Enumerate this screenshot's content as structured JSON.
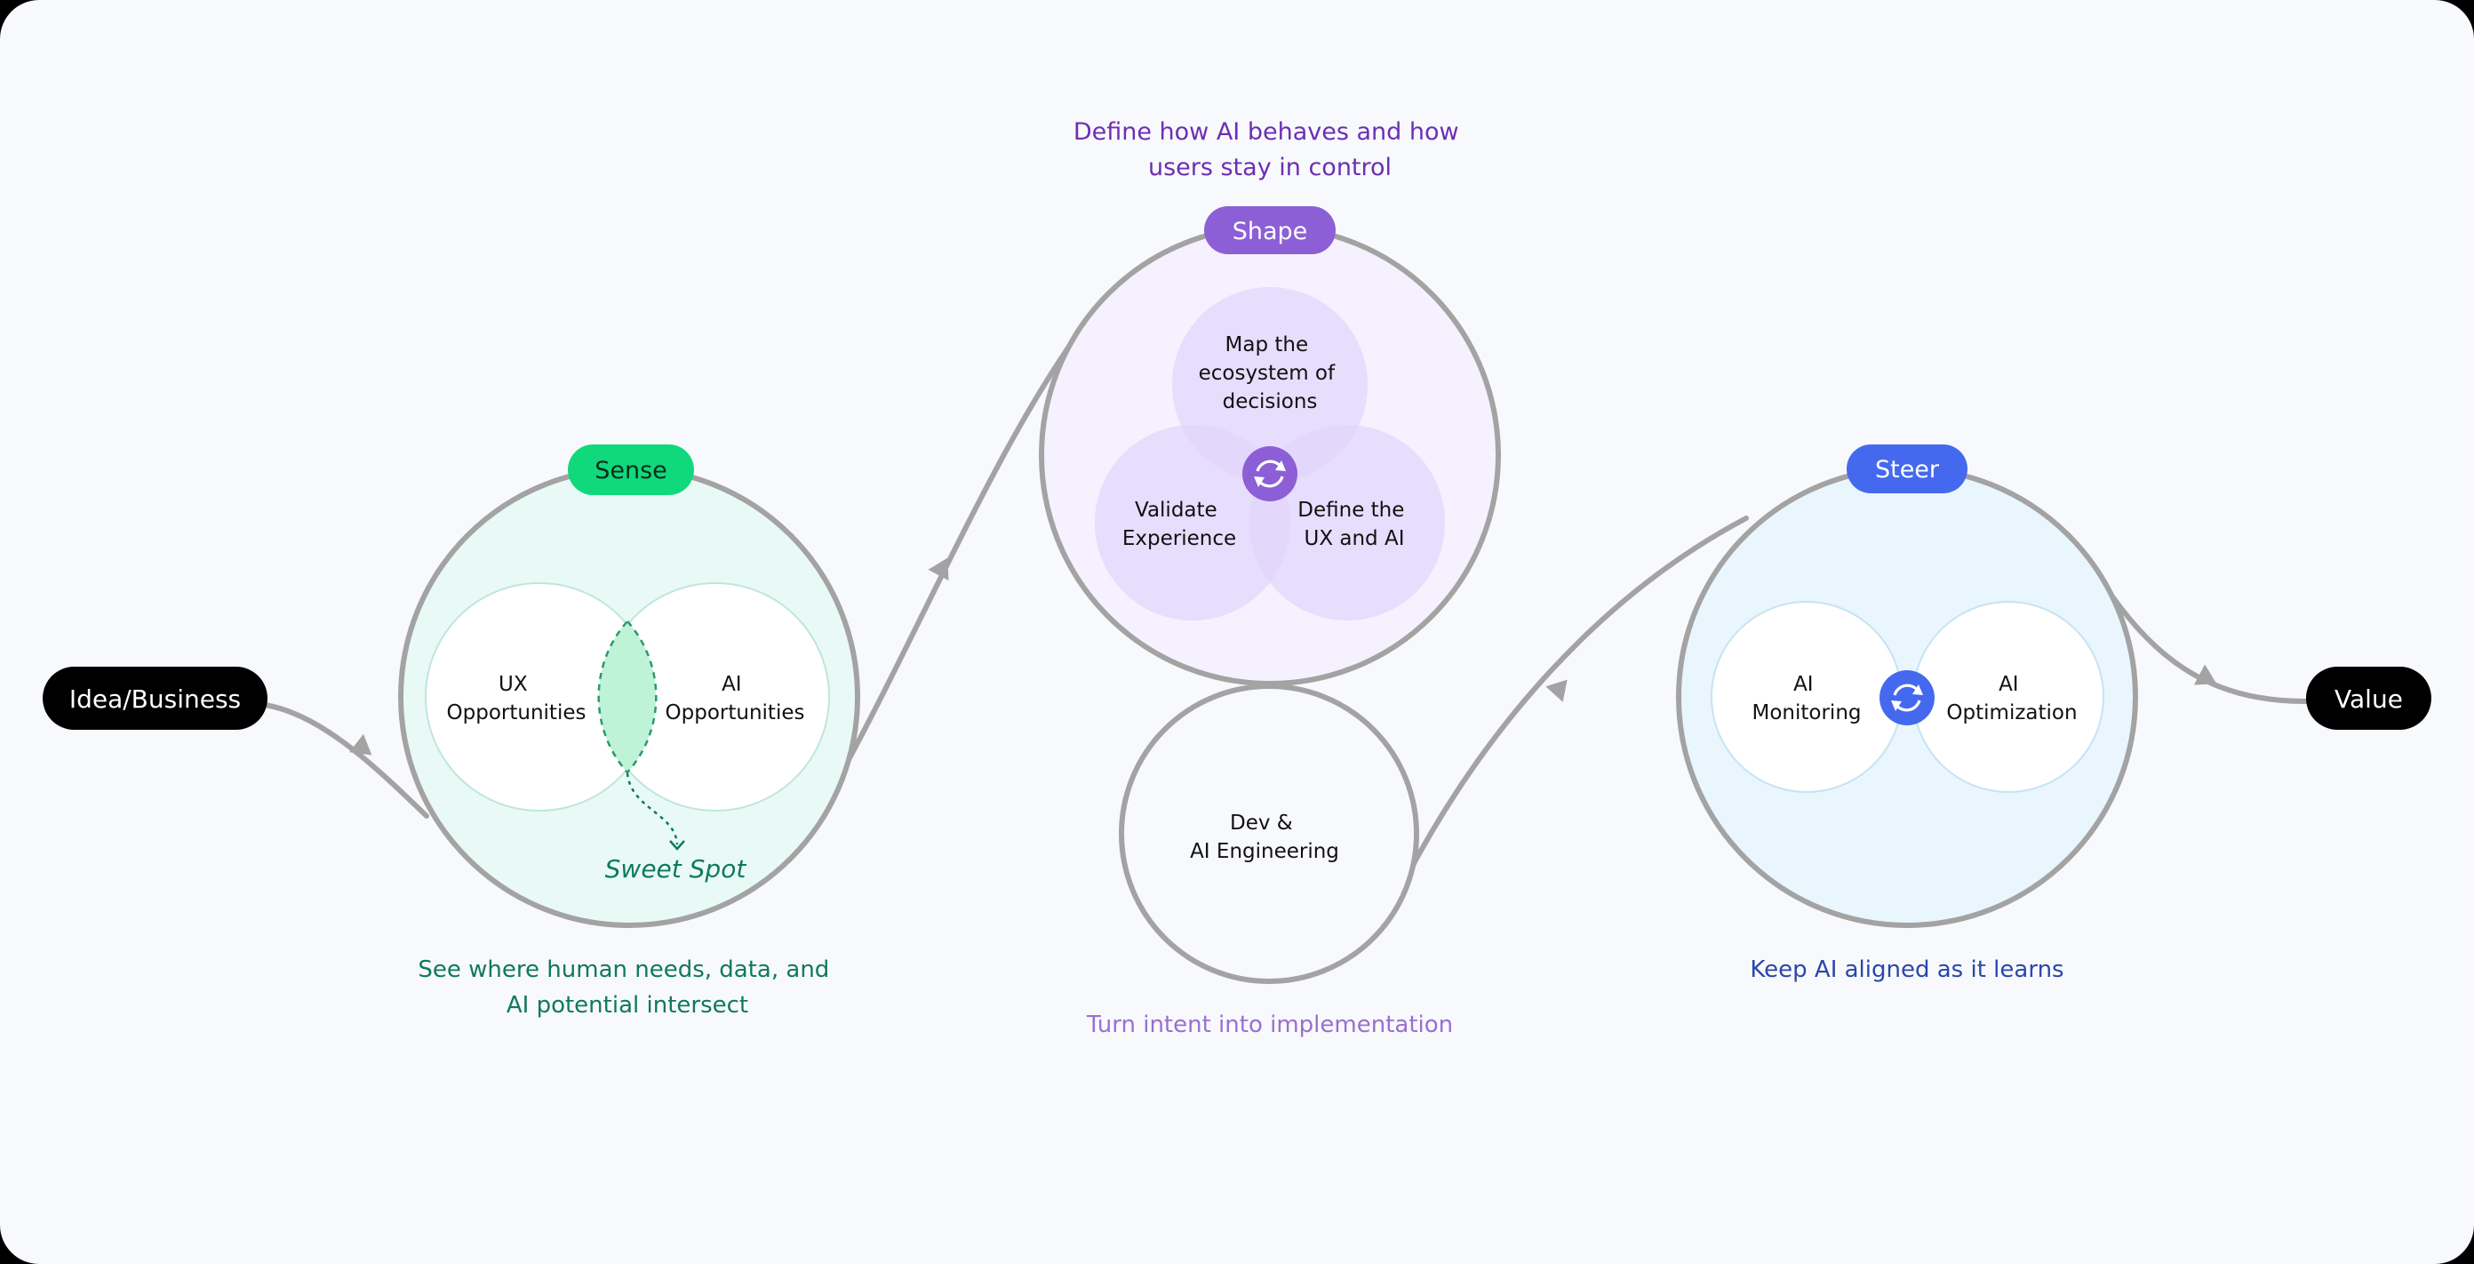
{
  "colors": {
    "background": "#f8f9fc",
    "path": "#a3a3a3",
    "terminal": "#000000",
    "sense_accent": "#10d97c",
    "sense_text": "#0f7a5a",
    "sense_fill": "#e9faf6",
    "shape_accent": "#8c5fd6",
    "shape_text": "#6b2fb3",
    "shape_fill": "#f6f1fe",
    "dev_text": "#9a6fd1",
    "steer_accent": "#4569ee",
    "steer_text": "#2a47a8",
    "steer_fill": "#eaf6fd"
  },
  "start": {
    "label": "Idea/Business"
  },
  "end": {
    "label": "Value"
  },
  "sense": {
    "badge": "Sense",
    "left_circle": [
      "UX",
      "Opportunities"
    ],
    "right_circle": [
      "AI",
      "Opportunities"
    ],
    "sweet_spot": "Sweet Spot",
    "caption": [
      "See where human needs, data, and",
      "AI potential intersect"
    ]
  },
  "shape": {
    "badge": "Shape",
    "heading": [
      "Define how AI behaves and how",
      "users stay in control"
    ],
    "top_circle": [
      "Map the",
      "ecosystem of",
      "decisions"
    ],
    "left_circle": [
      "Validate",
      "Experience"
    ],
    "right_circle": [
      "Define the",
      "UX and AI"
    ],
    "cycle_icon": "refresh-icon"
  },
  "dev": {
    "circle": [
      "Dev &",
      "AI Engineering"
    ],
    "caption": "Turn intent into implementation"
  },
  "steer": {
    "badge": "Steer",
    "left_circle": [
      "AI",
      "Monitoring"
    ],
    "right_circle": [
      "AI",
      "Optimization"
    ],
    "cycle_icon": "refresh-icon",
    "caption": "Keep AI aligned as it learns"
  }
}
